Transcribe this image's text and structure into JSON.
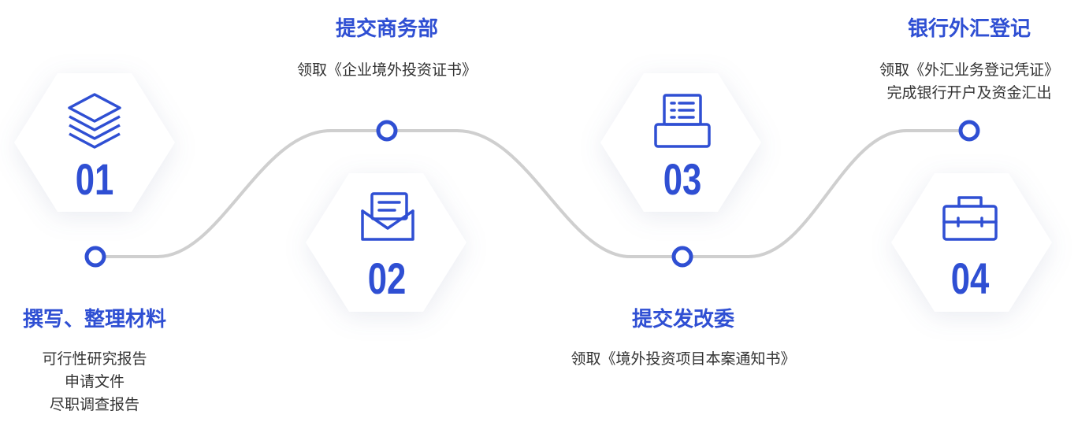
{
  "colors": {
    "accent": "#2f4fd3",
    "line": "#cfcfcf",
    "hex_fill": "#ffffff",
    "text": "#333333"
  },
  "steps": [
    {
      "number": "01",
      "icon": "layers-icon",
      "title": "撰写、整理材料",
      "desc": [
        "可行性研究报告",
        "申请文件",
        "尽职调查报告"
      ]
    },
    {
      "number": "02",
      "icon": "envelope-icon",
      "title": "提交商务部",
      "desc": [
        "领取《企业境外投资证书》"
      ]
    },
    {
      "number": "03",
      "icon": "fax-machine-icon",
      "title": "提交发改委",
      "desc": [
        "领取《境外投资项目本案通知书》"
      ]
    },
    {
      "number": "04",
      "icon": "briefcase-icon",
      "title": "银行外汇登记",
      "desc": [
        "领取《外汇业务登记凭证》",
        "完成银行开户及资金汇出"
      ]
    }
  ]
}
